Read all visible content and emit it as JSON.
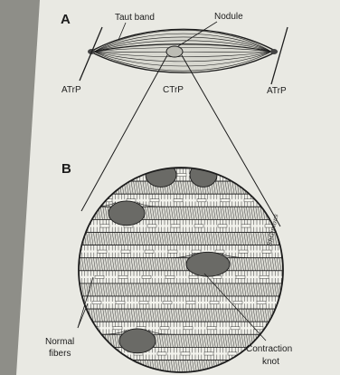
{
  "panels": {
    "a": {
      "letter": "A",
      "labels": {
        "taut_band": "Taut band",
        "nodule": "Nodule",
        "atrp_left": "ATrP",
        "ctrp": "CTrP",
        "atrp_right": "ATrP"
      }
    },
    "b": {
      "letter": "B",
      "labels": {
        "normal_fibers_line1": "Normal",
        "normal_fibers_line2": "fibers",
        "contraction_knot_line1": "Contraction",
        "contraction_knot_line2": "knot"
      }
    }
  },
  "signature": "ShGimons",
  "colors": {
    "background": "#8e8e88",
    "paper": "#e9e9e3",
    "ink": "#1c1c1c",
    "knot_fill": "#6a6a66"
  }
}
